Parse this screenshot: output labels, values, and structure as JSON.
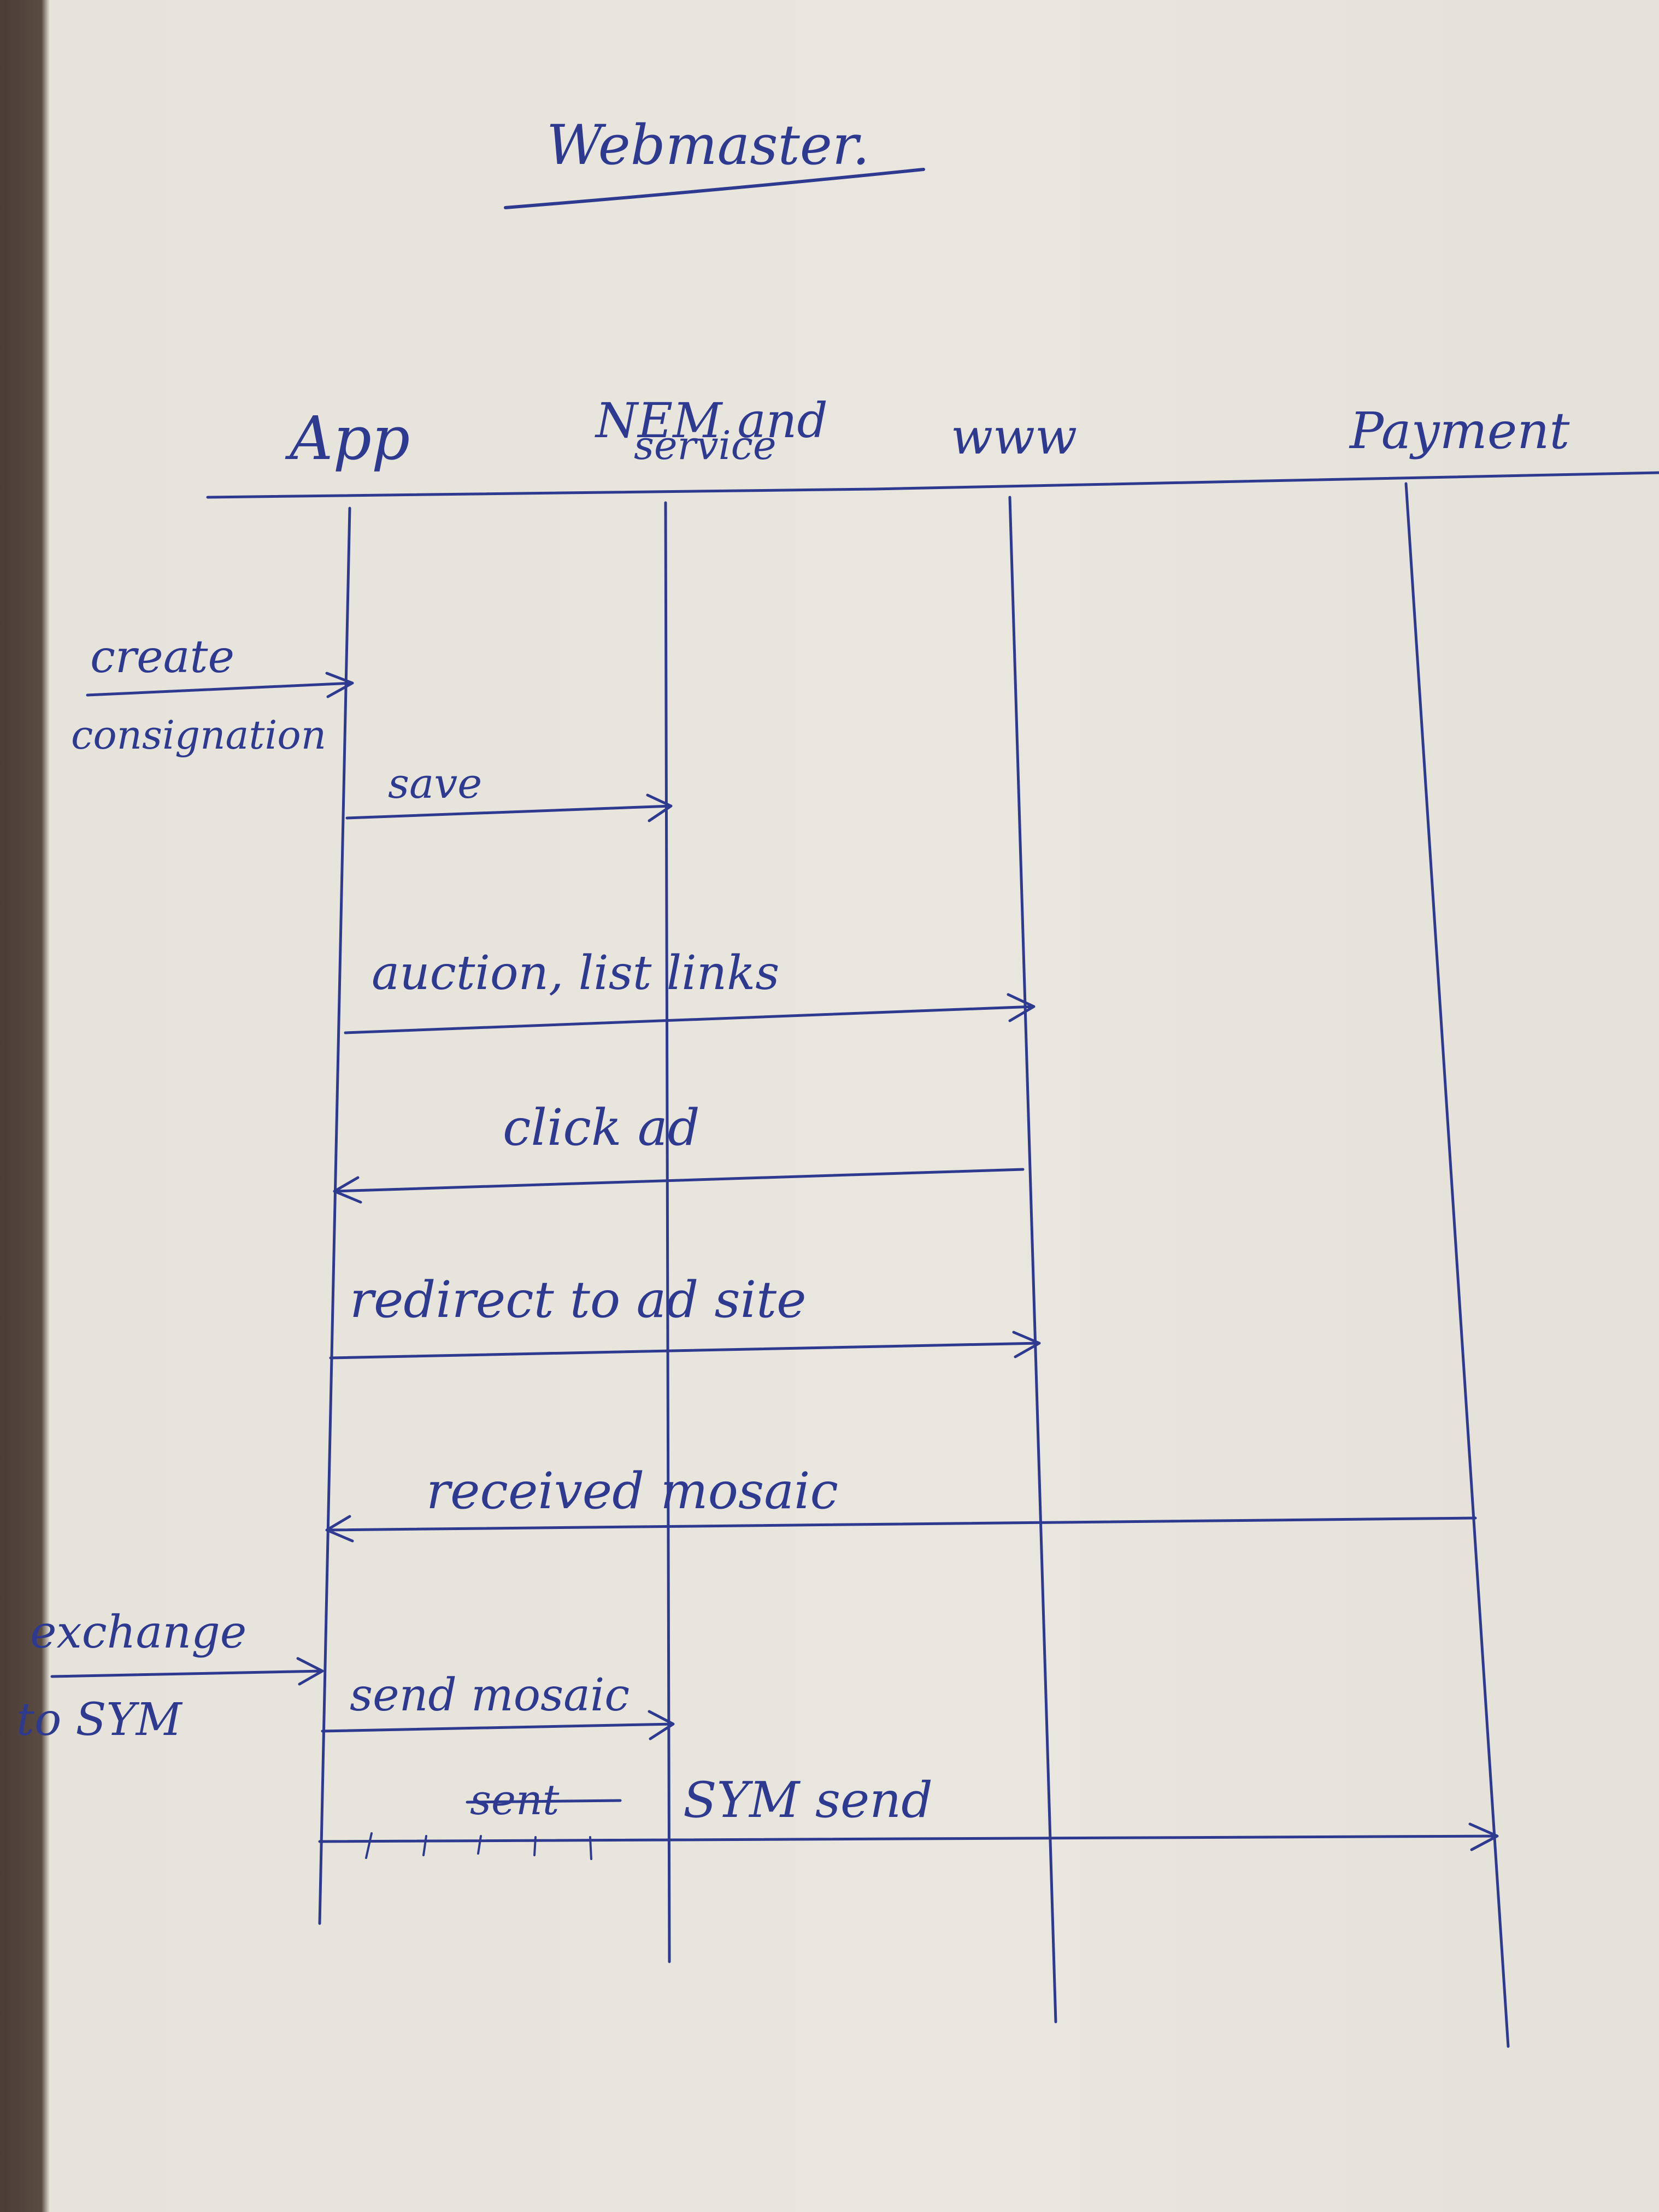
{
  "title": "Webmaster.",
  "participants": [
    {
      "id": "app",
      "label": "App"
    },
    {
      "id": "nem",
      "label": "NEM and",
      "label2": "service"
    },
    {
      "id": "www",
      "label": "www"
    },
    {
      "id": "payment",
      "label": "Payment"
    }
  ],
  "messages": [
    {
      "from": "outside",
      "to": "app",
      "label": "create",
      "label2": "consignation"
    },
    {
      "from": "app",
      "to": "nem",
      "label": "save"
    },
    {
      "from": "app",
      "to": "www",
      "label": "auction, list links"
    },
    {
      "from": "www",
      "to": "app",
      "label": "click  ad"
    },
    {
      "from": "app",
      "to": "www",
      "label": "redirect to ad site"
    },
    {
      "from": "payment",
      "to": "app",
      "label": "received  mosaic"
    },
    {
      "from": "outside",
      "to": "app",
      "label": "exchange",
      "label2": "to SYM"
    },
    {
      "from": "app",
      "to": "nem",
      "label": "send mosaic"
    },
    {
      "from": "app",
      "to": "payment",
      "label": "SYM send",
      "struck": "sent"
    }
  ]
}
